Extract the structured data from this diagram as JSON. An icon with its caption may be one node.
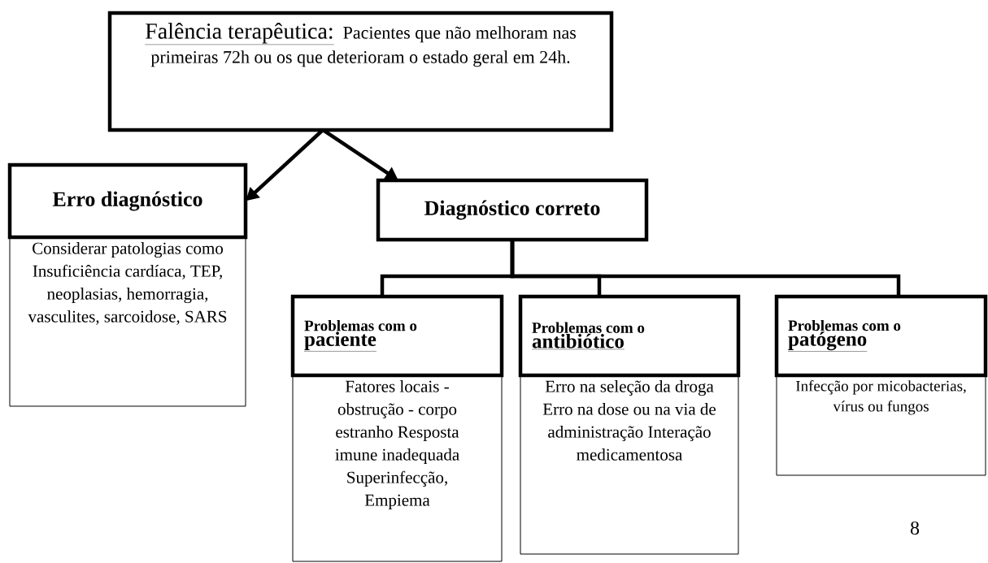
{
  "diagram": {
    "nodes": [
      {
        "text": [
          "Falência terapêutica:",
          "Pacientes que não melhoram nas primeiras 72h ou os que deterioram o estado geral em 24h."
        ]
      },
      {
        "text": [
          "Erro diagnóstico"
        ]
      },
      {
        "text": [
          "Considerar patologias como Insuficiência cardíaca, TEP, neoplasias, hemorragia, vasculites, sarcoidose, SARS"
        ]
      },
      {
        "text": [
          "Diagnóstico correto"
        ]
      },
      {
        "text": [
          "Problemas com o",
          "paciente"
        ]
      },
      {
        "text": [
          "Fatores locais - obstrução - corpo estranho Resposta imune inadequada Superinfecção, Empiema"
        ]
      },
      {
        "text": [
          "Problemas com o",
          "antibiótico"
        ]
      },
      {
        "text": [
          "Erro na seleção da droga Erro na dose ou na via de administração Interação medicamentosa"
        ]
      },
      {
        "text": [
          "Problemas com o",
          "patógeno"
        ]
      },
      {
        "text": [
          "Infecção por micobacterias, vírus ou fungos"
        ]
      }
    ],
    "edges": [
      {
        "from": 0,
        "to": 1,
        "arrow": "to"
      },
      {
        "from": 0,
        "to": 3,
        "arrow": "to"
      },
      {
        "from": 3,
        "to": 4,
        "arrow": "none"
      },
      {
        "from": 3,
        "to": 6,
        "arrow": "none"
      },
      {
        "from": 3,
        "to": 8,
        "arrow": "none"
      }
    ],
    "labels": [
      "8"
    ]
  }
}
